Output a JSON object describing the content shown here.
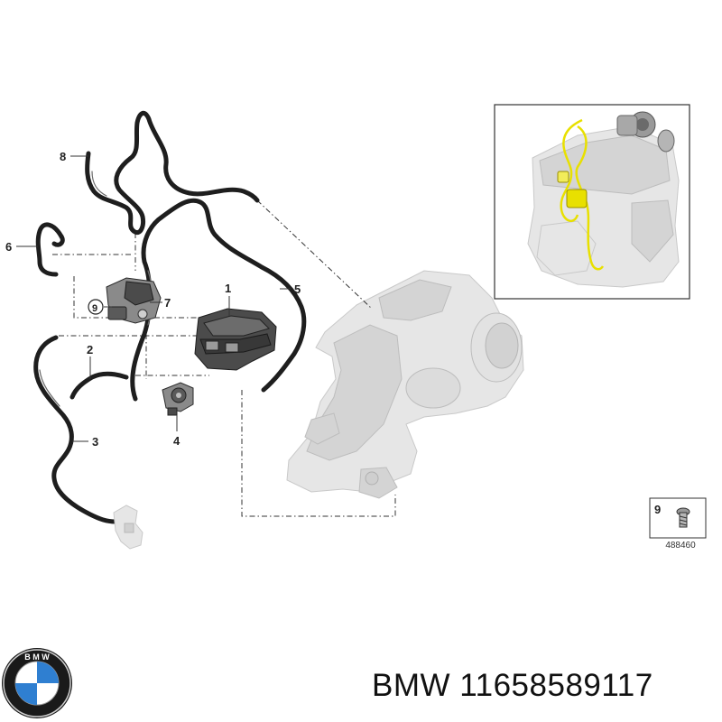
{
  "callouts": {
    "c1": "1",
    "c2": "2",
    "c3": "3",
    "c4": "4",
    "c5": "5",
    "c6": "6",
    "c7": "7",
    "c8": "8",
    "c9": "9"
  },
  "screw_box": {
    "number": "9",
    "code": "488460"
  },
  "brand": {
    "line": "BMW 11658589117"
  },
  "colors": {
    "hose": "#1e1e1e",
    "highlight": "#e8e000",
    "ghost_part": "#e6e6e6",
    "bmw_blue": "#2f7fd1"
  },
  "icons": {
    "logo": "bmw-roundel-logo",
    "screw": "screw-icon"
  }
}
